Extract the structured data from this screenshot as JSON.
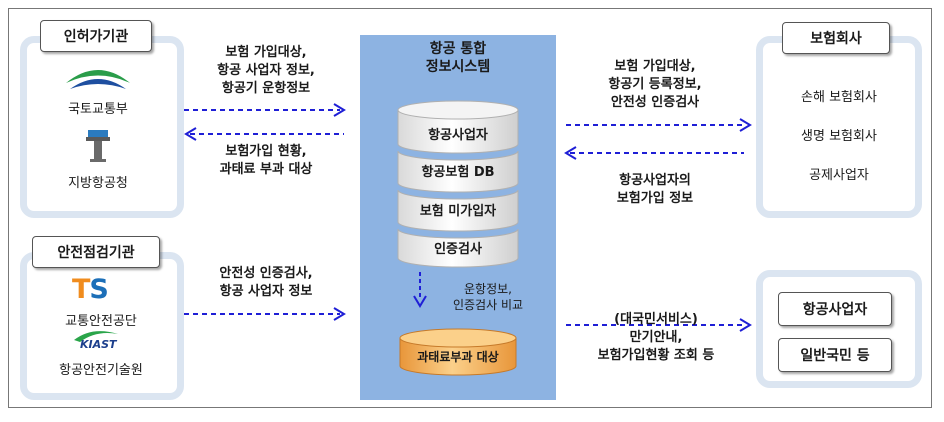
{
  "left_top": {
    "title": "인허가기관",
    "org1": "국토교통부",
    "org2": "지방항공청"
  },
  "left_bottom": {
    "title": "안전점검기관",
    "org1_logo": "TS",
    "org1": "교통안전공단",
    "org2_logo": "KIAST",
    "org2": "항공안전기술원"
  },
  "center": {
    "title": "항공 통합\n정보시스템",
    "items": [
      "항공사업자",
      "항공보험 DB",
      "보험 미가입자",
      "인증검사"
    ],
    "compare_label": "운항정보,\n인증검사 비교",
    "result": "과태료부과 대상"
  },
  "right_top": {
    "title": "보험회사",
    "items": [
      "손해 보험회사",
      "생명 보험회사",
      "공제사업자"
    ]
  },
  "right_bottom": {
    "items": [
      "항공사업자",
      "일반국민 등"
    ]
  },
  "flows": {
    "l1": "보험 가입대상,\n항공 사업자 정보,\n항공기 운항정보",
    "l2": "보험가입 현황,\n과태료 부과 대상",
    "l3": "안전성 인증검사,\n항공 사업자 정보",
    "r1": "보험 가입대상,\n항공기 등록정보,\n안전성 인증검사",
    "r2": "항공사업자의\n보험가입 정보",
    "r3": "(대국민서비스)\n만기안내,\n보험가입현황 조회 등"
  },
  "colors": {
    "panel_border": "#dbe5f1",
    "center_bg": "#8db3e2",
    "arrow": "#1f1fd6",
    "db_fill": "#ffffff",
    "result_fill": "#f6b352",
    "ts_blue": "#1c6fb8",
    "ts_orange": "#f08c1e"
  }
}
